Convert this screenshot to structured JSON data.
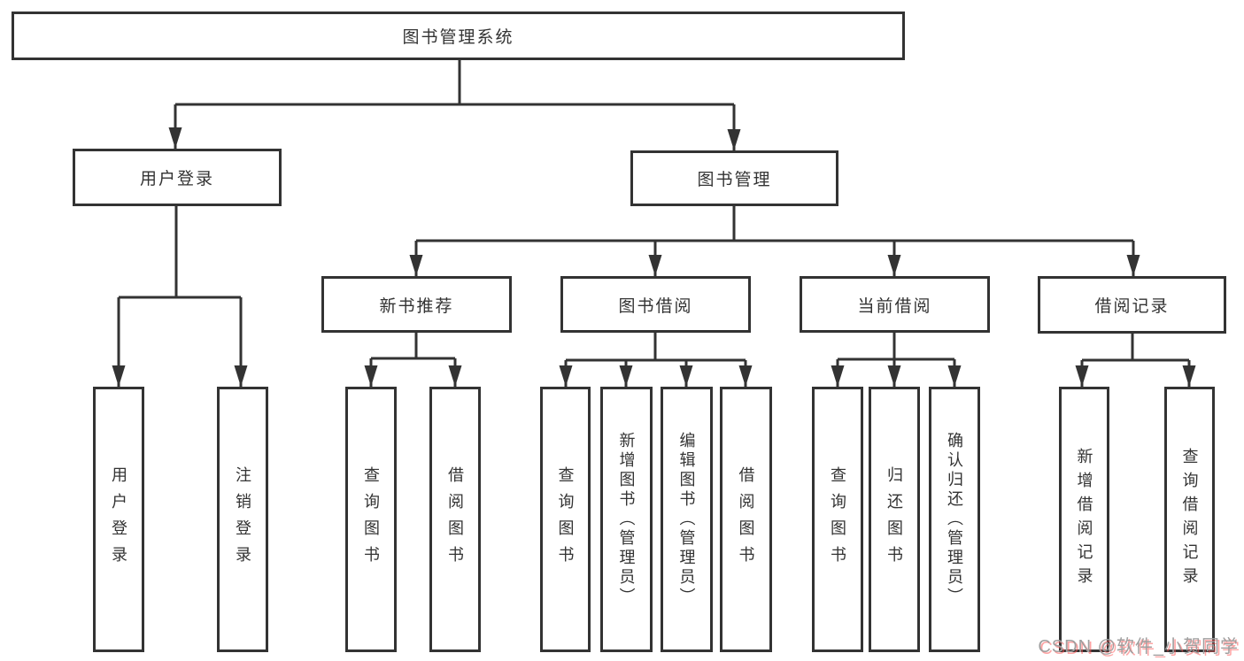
{
  "colors": {
    "line": "#333333",
    "box_border": "#333333",
    "text": "#333333",
    "background": "#ffffff",
    "watermark_text": "#9f9f9f",
    "watermark_shadow": "#ff5a5a"
  },
  "watermark": {
    "text": "CSDN @软件_小贺同学"
  },
  "tree": {
    "root": {
      "label": "图书管理系统",
      "children": [
        {
          "label": "用户登录",
          "children": [
            {
              "label": "用户登录"
            },
            {
              "label": "注销登录"
            }
          ]
        },
        {
          "label": "图书管理",
          "children": [
            {
              "label": "新书推荐",
              "children": [
                {
                  "label": "查询图书"
                },
                {
                  "label": "借阅图书"
                }
              ]
            },
            {
              "label": "图书借阅",
              "children": [
                {
                  "label": "查询图书"
                },
                {
                  "label": "新增图书（管理员）"
                },
                {
                  "label": "编辑图书（管理员）"
                },
                {
                  "label": "借阅图书"
                }
              ]
            },
            {
              "label": "当前借阅",
              "children": [
                {
                  "label": "查询图书"
                },
                {
                  "label": "归还图书"
                },
                {
                  "label": "确认归还（管理员）"
                }
              ]
            },
            {
              "label": "借阅记录",
              "children": [
                {
                  "label": "新增借阅记录"
                },
                {
                  "label": "查询借阅记录"
                }
              ]
            }
          ]
        }
      ]
    }
  }
}
